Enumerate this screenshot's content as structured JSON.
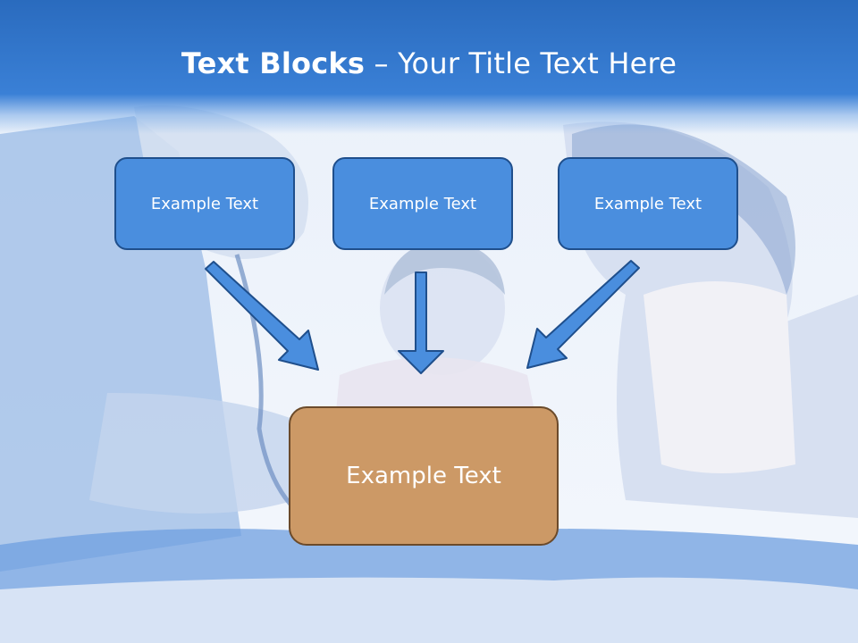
{
  "title": {
    "bold": "Text Blocks",
    "dash": " – ",
    "rest": "Your Title Text Here"
  },
  "diagram": {
    "top_boxes": [
      {
        "label": "Example Text"
      },
      {
        "label": "Example Text"
      },
      {
        "label": "Example Text"
      }
    ],
    "bottom_box": {
      "label": "Example Text"
    }
  },
  "colors": {
    "title_band": "#2a6bbe",
    "small_box_fill": "#4a8ede",
    "small_box_border": "#1f4f8c",
    "big_box_fill": "#cc9966",
    "big_box_border": "#6b4a2a",
    "arrow_fill": "#4a8ede",
    "arrow_stroke": "#1f4f8c"
  }
}
